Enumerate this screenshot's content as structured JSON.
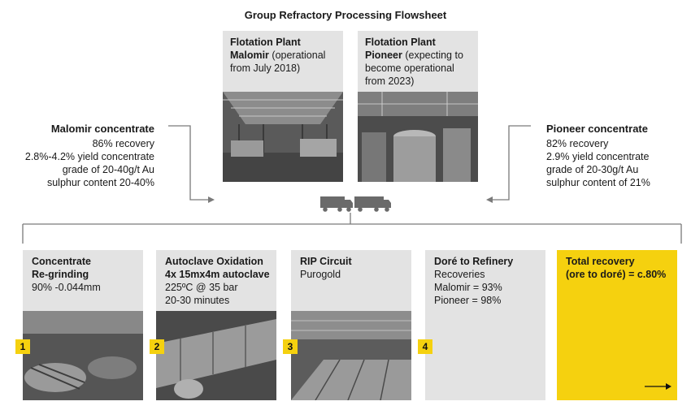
{
  "title": "Group Refractory Processing Flowsheet",
  "plants": [
    {
      "name": "Flotation Plant Malomir",
      "name_bold": "Flotation Plant",
      "name_bold2": "Malomir",
      "note": " (operational from July 2018)"
    },
    {
      "name": "Flotation Plant Pioneer",
      "name_bold": "Flotation Plant",
      "name_bold2": "Pioneer",
      "note": " (expecting to become operational from 2023)"
    }
  ],
  "concentrates": {
    "malomir": {
      "heading": "Malomir concentrate",
      "lines": [
        "86% recovery",
        "2.8%-4.2% yield concentrate",
        "grade of 20-40g/t Au",
        "sulphur content 20-40%"
      ]
    },
    "pioneer": {
      "heading": "Pioneer concentrate",
      "lines": [
        "82% recovery",
        "2.9% yield concentrate",
        "grade of 20-30g/t Au",
        "sulphur content of 21%"
      ]
    }
  },
  "steps": [
    {
      "number": "1",
      "title_lines": [
        "Concentrate",
        "Re-grinding"
      ],
      "lines": [
        "90% -0.044mm"
      ]
    },
    {
      "number": "2",
      "title_lines": [
        "Autoclave Oxidation",
        "4x 15mx4m autoclave"
      ],
      "lines": [
        "225ºC @ 35 bar",
        "20-30 minutes"
      ]
    },
    {
      "number": "3",
      "title_lines": [
        "RIP Circuit"
      ],
      "lines": [
        "Purogold"
      ]
    },
    {
      "number": "4",
      "title_lines": [
        "Doré to Refinery"
      ],
      "lines": [
        "Recoveries",
        "Malomir = 93%",
        "Pioneer = 98%"
      ]
    }
  ],
  "total": {
    "lines": [
      "Total recovery",
      "(ore to doré) = c.80%"
    ]
  },
  "icons": {
    "truck": "truck-icon",
    "arrow": "arrow-right-icon"
  },
  "colors": {
    "accent": "#f5d10f",
    "panel": "#e3e3e3",
    "line": "#7a7a7a"
  }
}
